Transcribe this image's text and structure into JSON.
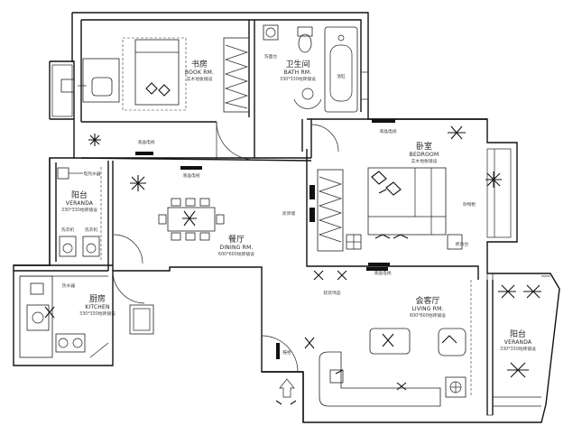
{
  "rooms": {
    "book": {
      "cn": "书房",
      "en": "BOOK RM.",
      "note": "实木地板铺设"
    },
    "bath": {
      "cn": "卫生间",
      "en": "BATH RM.",
      "note": "330*330地砖铺设"
    },
    "bedroom": {
      "cn": "卧室",
      "en": "BEDROOM",
      "note": "实木地板铺设"
    },
    "veranda_left": {
      "cn": "阳台",
      "en": "VERANDA",
      "note": "330*330地砖铺设"
    },
    "dining": {
      "cn": "餐厅",
      "en": "DINING RM.",
      "note": "600*600地砖铺设"
    },
    "kitchen": {
      "cn": "厨房",
      "en": "KITCHEN",
      "note": "330*330地砖铺设"
    },
    "living": {
      "cn": "会客厅",
      "en": "LIVING RM.",
      "note": "600*600地砖铺设"
    },
    "veranda_right": {
      "cn": "阳台",
      "en": "VERANDA",
      "note": "330*330地砖铺设"
    }
  },
  "labels": {
    "tv_book": "液晶电视",
    "tv_bedroom": "液晶电视",
    "tv_dining": "液晶电视",
    "tv_living": "液晶电视",
    "washbasin": "洗面台",
    "bathtub": "浴缸",
    "sundries": "杂物柜",
    "decor_wall": "装饰墙",
    "washer1": "洗衣机",
    "washer2": "洗衣机",
    "water_heater": "热水器",
    "shoe_cabinet": "鞋柜",
    "soft_decor": "软装饰品",
    "dresser": "梳妆台",
    "utility": "电热水器"
  }
}
